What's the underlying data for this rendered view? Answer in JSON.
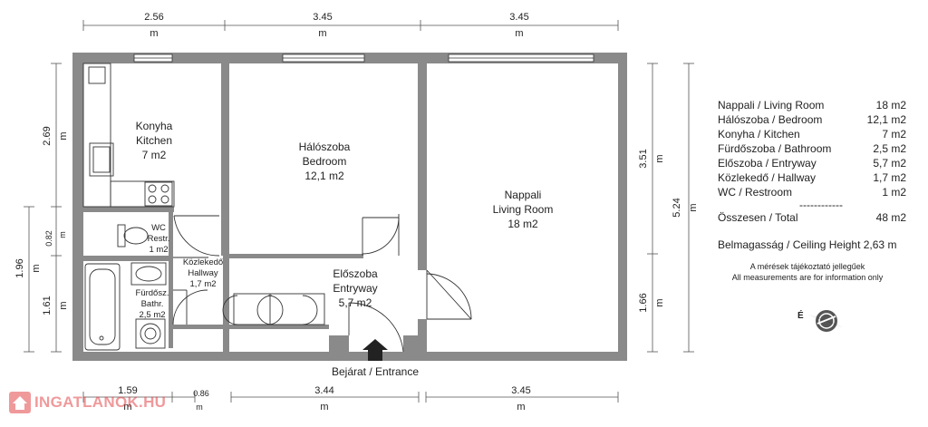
{
  "dimensions": {
    "top": [
      "2.56",
      "3.45",
      "3.45"
    ],
    "bottom": [
      "1.59",
      "0.86",
      "3.44",
      "3.45"
    ],
    "left": [
      "2.69",
      "0.82",
      "1.96",
      "1.61"
    ],
    "right": [
      "3.51",
      "5.24",
      "1.66"
    ],
    "unit": "m"
  },
  "rooms": {
    "kitchen": {
      "hu": "Konyha",
      "en": "Kitchen",
      "area": "7 m2"
    },
    "bedroom": {
      "hu": "Hálószoba",
      "en": "Bedroom",
      "area": "12,1 m2"
    },
    "living": {
      "hu": "Nappali",
      "en": "Living Room",
      "area": "18 m2"
    },
    "wc": {
      "hu": "WC",
      "en": "Restr.",
      "area": "1 m2"
    },
    "hallway": {
      "hu": "Közlekedő",
      "en": "Hallway",
      "area": "1,7 m2"
    },
    "bathroom": {
      "hu": "Fürdősz.",
      "en": "Bathr.",
      "area": "2,5 m2"
    },
    "entryway": {
      "hu": "Előszoba",
      "en": "Entryway",
      "area": "5,7 m2"
    }
  },
  "entrance_label": "Bejárat / Entrance",
  "legend": {
    "rows": [
      {
        "name": "Nappali / Living Room",
        "area": "18 m2"
      },
      {
        "name": "Hálószoba / Bedroom",
        "area": "12,1 m2"
      },
      {
        "name": "Konyha / Kitchen",
        "area": "7 m2"
      },
      {
        "name": "Fürdőszoba / Bathroom",
        "area": "2,5 m2"
      },
      {
        "name": "Előszoba / Entryway",
        "area": "5,7 m2"
      },
      {
        "name": "Közlekedő / Hallway",
        "area": "1,7 m2"
      },
      {
        "name": "WC / Restroom",
        "area": "1 m2"
      }
    ],
    "separator": "------------",
    "total": {
      "name": "Összesen / Total",
      "area": "48 m2"
    },
    "ceiling": "Belmagasság / Ceiling Height 2,63 m",
    "note_hu": "A mérések tájékoztató jellegűek",
    "note_en": "All measurements are for information only"
  },
  "compass": {
    "label": "É"
  },
  "logo": {
    "text": "INGATLANOK.HU",
    "icon": "house-icon"
  },
  "colors": {
    "wall": "#8a8a8a",
    "floor": "#ffffff",
    "line": "#333333",
    "logo": "#e0353a"
  }
}
